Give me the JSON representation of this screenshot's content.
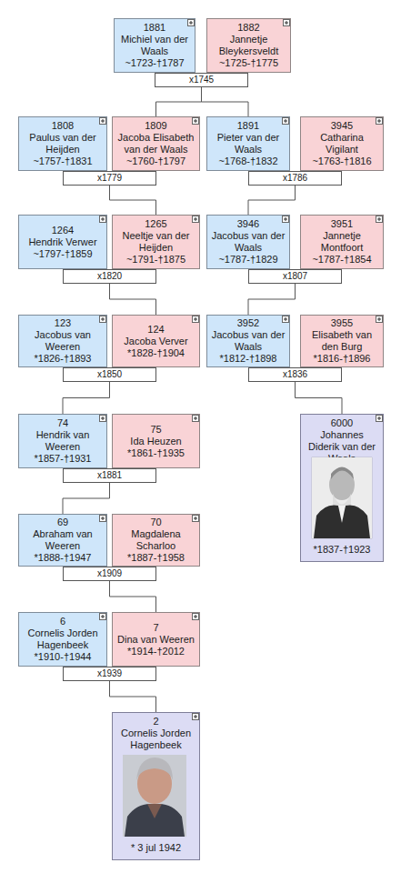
{
  "diagram": {
    "nodes": [
      {
        "text": [
          "1881",
          "Michiel van der Waals",
          "~1723-†1787"
        ]
      },
      {
        "text": [
          "1882",
          "Jannetje Bleykersveldt",
          "~1725-†1775"
        ]
      },
      {
        "text": [
          "x1745"
        ]
      },
      {
        "text": [
          "1808",
          "Paulus van der Heijden",
          "~1757-†1831"
        ]
      },
      {
        "text": [
          "1809",
          "Jacoba Elisabeth van der Waals",
          "~1760-†1797"
        ]
      },
      {
        "text": [
          "1891",
          "Pieter van der Waals",
          "~1768-†1832"
        ]
      },
      {
        "text": [
          "3945",
          "Catharina Vigilant",
          "~1763-†1816"
        ]
      },
      {
        "text": [
          "x1779"
        ]
      },
      {
        "text": [
          "x1786"
        ]
      },
      {
        "text": [
          "1264",
          "Hendrik Verwer",
          "~1797-†1859"
        ]
      },
      {
        "text": [
          "1265",
          "Neeltje van der Heijden",
          "~1791-†1875"
        ]
      },
      {
        "text": [
          "3946",
          "Jacobus van der Waals",
          "~1787-†1829"
        ]
      },
      {
        "text": [
          "3951",
          "Jannetje Montfoort",
          "~1787-†1854"
        ]
      },
      {
        "text": [
          "x1820"
        ]
      },
      {
        "text": [
          "x1807"
        ]
      },
      {
        "text": [
          "123",
          "Jacobus van Weeren",
          "*1826-†1893"
        ]
      },
      {
        "text": [
          "124",
          "Jacoba Verver",
          "*1828-†1904"
        ]
      },
      {
        "text": [
          "3952",
          "Jacobus van der Waals",
          "*1812-†1898"
        ]
      },
      {
        "text": [
          "3955",
          "Elisabeth van den Burg",
          "*1816-†1896"
        ]
      },
      {
        "text": [
          "x1850"
        ]
      },
      {
        "text": [
          "x1836"
        ]
      },
      {
        "text": [
          "74",
          "Hendrik van Weeren",
          "*1857-†1931"
        ]
      },
      {
        "text": [
          "75",
          "Ida Heuzen",
          "*1861-†1935"
        ]
      },
      {
        "text": [
          "6000",
          "Johannes Diderik van der Waals",
          "*1837-†1923"
        ]
      },
      {
        "text": [
          "x1881"
        ]
      },
      {
        "text": [
          "69",
          "Abraham van Weeren",
          "*1888-†1947"
        ]
      },
      {
        "text": [
          "70",
          "Magdalena Scharloo",
          "*1887-†1958"
        ]
      },
      {
        "text": [
          "x1909"
        ]
      },
      {
        "text": [
          "6",
          "Cornelis Jorden Hagenbeek",
          "*1910-†1944"
        ]
      },
      {
        "text": [
          "7",
          "Dina van Weeren",
          "*1914-†2012"
        ]
      },
      {
        "text": [
          "x1939"
        ]
      },
      {
        "text": [
          "2",
          "Cornelis Jorden Hagenbeek",
          "* 3 jul 1942"
        ]
      }
    ],
    "edges": [
      {
        "from": 2,
        "to": 4,
        "arrow": "none"
      },
      {
        "from": 2,
        "to": 5,
        "arrow": "none"
      },
      {
        "from": 7,
        "to": 10,
        "arrow": "none"
      },
      {
        "from": 8,
        "to": 11,
        "arrow": "none"
      },
      {
        "from": 13,
        "to": 16,
        "arrow": "none"
      },
      {
        "from": 14,
        "to": 17,
        "arrow": "none"
      },
      {
        "from": 19,
        "to": 21,
        "arrow": "none"
      },
      {
        "from": 20,
        "to": 23,
        "arrow": "none"
      },
      {
        "from": 24,
        "to": 25,
        "arrow": "none"
      },
      {
        "from": 27,
        "to": 29,
        "arrow": "none"
      },
      {
        "from": 30,
        "to": 31,
        "arrow": "none"
      }
    ]
  }
}
